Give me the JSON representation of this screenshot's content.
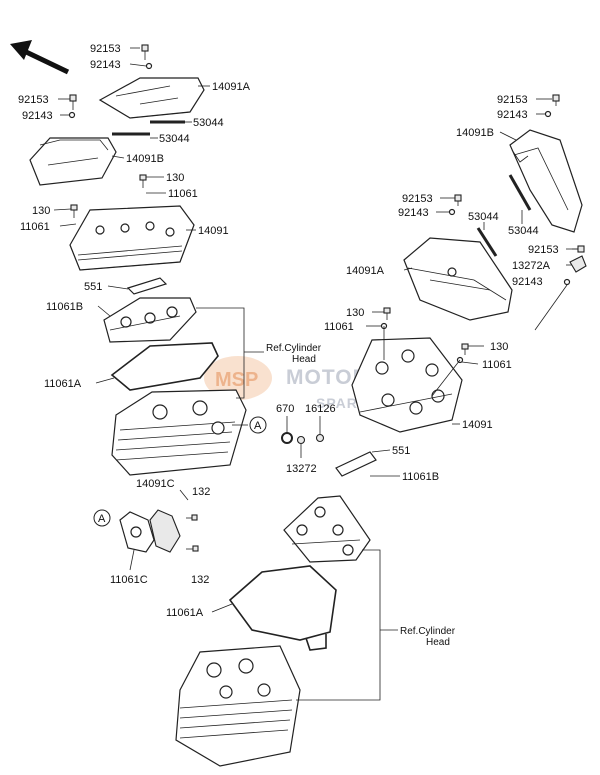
{
  "labels": {
    "l92153_a": "92153",
    "l92143_a": "92143",
    "l14091A_a": "14091A",
    "l92153_b": "92153",
    "l92143_b": "92143",
    "l53044_a": "53044",
    "l53044_b": "53044",
    "l14091B_a": "14091B",
    "l130_a": "130",
    "l11061_a": "11061",
    "l130_b": "130",
    "l11061_b": "11061",
    "l14091_a": "14091",
    "l551_a": "551",
    "l11061B_a": "11061B",
    "l11061A_a": "11061A",
    "l670": "670",
    "l16126": "16126",
    "l13272": "13272",
    "l14091C": "14091C",
    "l132_a": "132",
    "l132_b": "132",
    "l11061C": "11061C",
    "l11061A_b": "11061A",
    "l92153_c": "92153",
    "l92143_c": "92143",
    "l14091B_b": "14091B",
    "l53044_c": "53044",
    "l92153_d": "92153",
    "l92143_d": "92143",
    "l53044_d": "53044",
    "l14091A_b": "14091A",
    "l92153_e": "92153",
    "l13272A": "13272A",
    "l92143_e": "92143",
    "l130_c": "130",
    "l11061_c": "11061",
    "l130_d": "130",
    "l11061_d": "11061",
    "l14091_b": "14091",
    "l551_b": "551",
    "l11061B_b": "11061B"
  },
  "refs": {
    "ref1_line1": "Ref.Cylinder",
    "ref1_line2": "Head",
    "ref2_line1": "Ref.Cylinder",
    "ref2_line2": "Head"
  },
  "callouts": {
    "a1": "A",
    "a2": "A"
  },
  "watermark": {
    "text": "MOTORCYCLE",
    "sub": "SPARE PARTS",
    "logo": "MSP"
  }
}
